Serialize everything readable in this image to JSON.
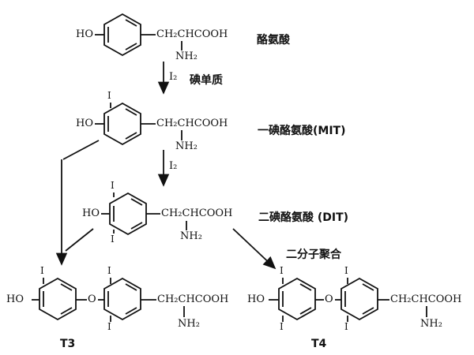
{
  "compounds": {
    "tyrosine": {
      "label": "酪氨酸",
      "ho": "HO",
      "chain": "CH₂CHCOOH",
      "amine": "NH₂"
    },
    "mit": {
      "label": "一碘酪氨酸(MIT)",
      "ho": "HO",
      "chain": "CH₂CHCOOH",
      "amine": "NH₂",
      "iodine": "I"
    },
    "dit": {
      "label": "二碘酪氨酸 (DIT)",
      "ho": "HO",
      "chain": "CH₂CHCOOH",
      "amine": "NH₂",
      "iodine": "I"
    },
    "t3": {
      "label": "T3",
      "ho": "HO",
      "oxygen": "O",
      "chain": "CH₂CHCOOH",
      "amine": "NH₂",
      "iodine": "I"
    },
    "t4": {
      "label": "T4",
      "ho": "HO",
      "oxygen": "O",
      "chain": "CH₂CHCOOH",
      "amine": "NH₂",
      "iodine": "I"
    }
  },
  "steps": {
    "step1": {
      "reagent": "I₂",
      "label": "碘单质"
    },
    "step2": {
      "reagent": "I₂"
    },
    "step3": {
      "label": "二分子聚合"
    }
  }
}
